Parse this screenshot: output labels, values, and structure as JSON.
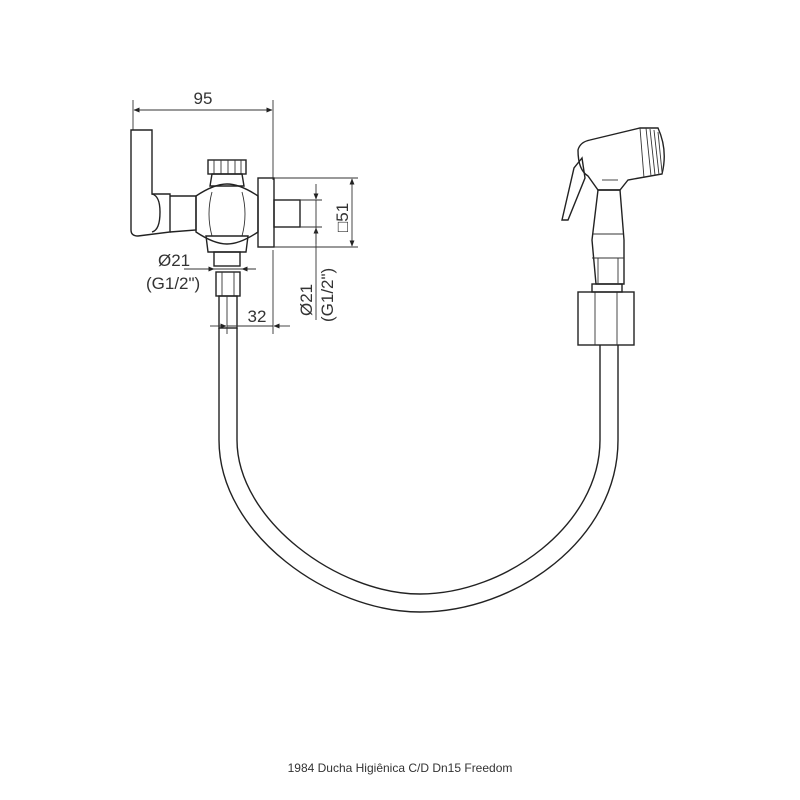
{
  "dimensions": {
    "width_95": "95",
    "diam_21_left": "Ø21",
    "thread_left": "(G1/2\")",
    "offset_32": "32",
    "diam_21_right": "Ø21",
    "thread_right": "(G1/2\")",
    "square_51": "□51"
  },
  "caption": "1984 Ducha Higiênica C/D Dn15 Freedom"
}
